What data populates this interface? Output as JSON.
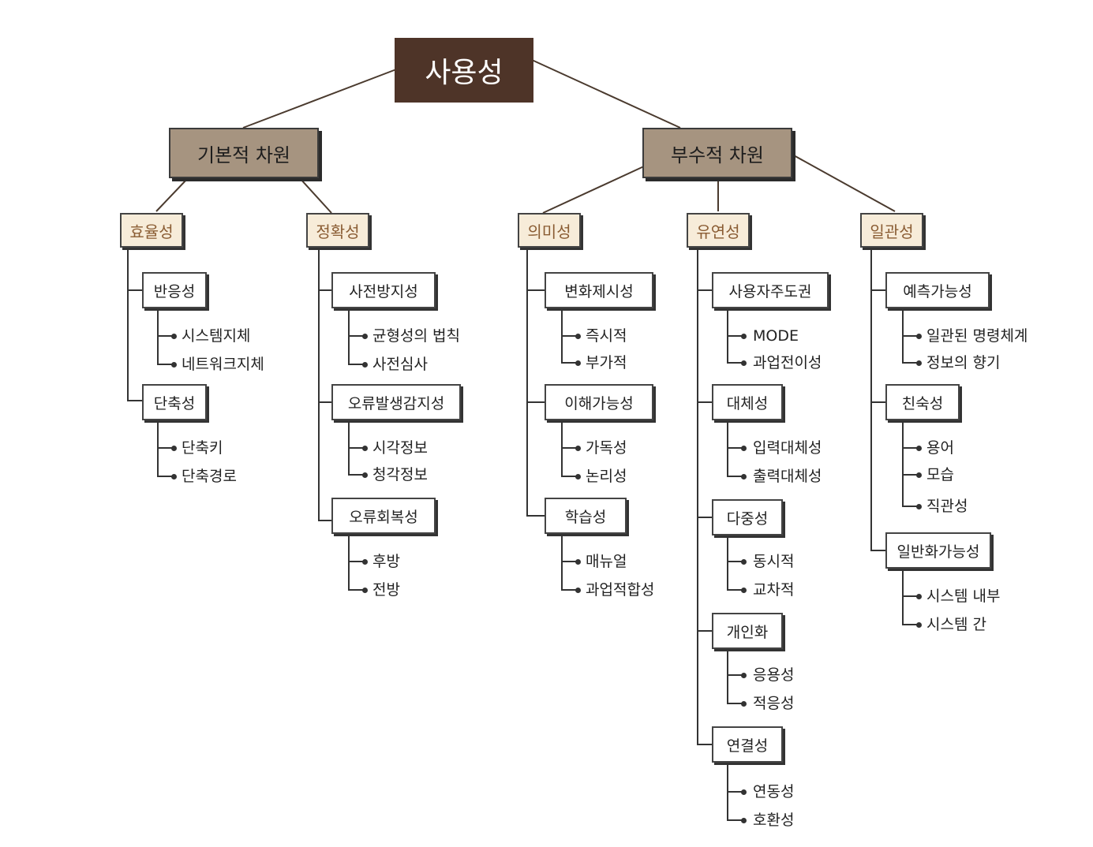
{
  "root": "사용성",
  "dimensions": [
    {
      "label": "기본적 차원",
      "categories": [
        {
          "label": "효율성",
          "subs": [
            {
              "label": "반응성",
              "leaves": [
                "시스템지체",
                "네트워크지체"
              ]
            },
            {
              "label": "단축성",
              "leaves": [
                "단축키",
                "단축경로"
              ]
            }
          ]
        },
        {
          "label": "정확성",
          "subs": [
            {
              "label": "사전방지성",
              "leaves": [
                "균형성의 법칙",
                "사전심사"
              ]
            },
            {
              "label": "오류발생감지성",
              "leaves": [
                "시각정보",
                "청각정보"
              ]
            },
            {
              "label": "오류회복성",
              "leaves": [
                "후방",
                "전방"
              ]
            }
          ]
        }
      ]
    },
    {
      "label": "부수적 차원",
      "categories": [
        {
          "label": "의미성",
          "subs": [
            {
              "label": "변화제시성",
              "leaves": [
                "즉시적",
                "부가적"
              ]
            },
            {
              "label": "이해가능성",
              "leaves": [
                "가독성",
                "논리성"
              ]
            },
            {
              "label": "학습성",
              "leaves": [
                "매뉴얼",
                "과업적합성"
              ]
            }
          ]
        },
        {
          "label": "유연성",
          "subs": [
            {
              "label": "사용자주도권",
              "leaves": [
                "MODE",
                "과업전이성"
              ]
            },
            {
              "label": "대체성",
              "leaves": [
                "입력대체성",
                "출력대체성"
              ]
            },
            {
              "label": "다중성",
              "leaves": [
                "동시적",
                "교차적"
              ]
            },
            {
              "label": "개인화",
              "leaves": [
                "응용성",
                "적응성"
              ]
            },
            {
              "label": "연결성",
              "leaves": [
                "연동성",
                "호환성"
              ]
            }
          ]
        },
        {
          "label": "일관성",
          "subs": [
            {
              "label": "예측가능성",
              "leaves": [
                "일관된 명령체계",
                "정보의 향기"
              ]
            },
            {
              "label": "친숙성",
              "leaves": [
                "용어",
                "모습",
                "직관성"
              ]
            },
            {
              "label": "일반화가능성",
              "leaves": [
                "시스템 내부",
                "시스템 간"
              ]
            }
          ]
        }
      ]
    }
  ]
}
